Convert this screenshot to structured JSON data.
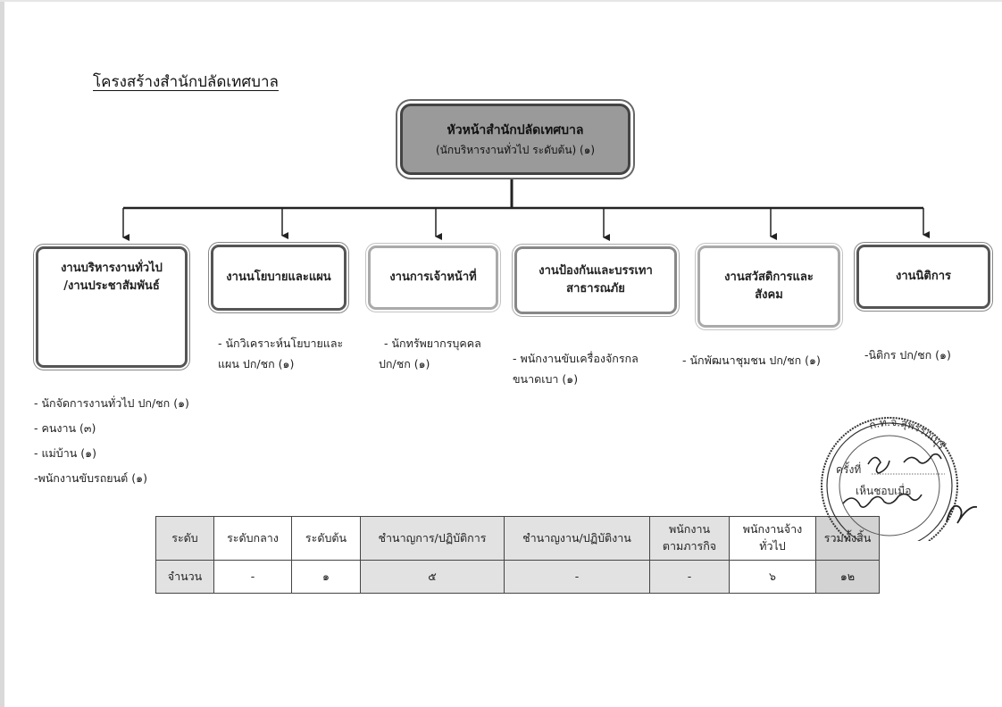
{
  "title": "โครงสร้างสำนักปลัดเทศบาล",
  "head": {
    "title": "หัวหน้าสำนักปลัดเทศบาล",
    "subtitle": "(นักบริหารงานทั่วไป ระดับต้น) (๑)"
  },
  "divisions": [
    {
      "line1": "งานบริหารงานทั่วไป",
      "line2": "/งานประชาสัมพันธ์"
    },
    {
      "line1": "งานนโยบายและแผน"
    },
    {
      "line1": "งานการเจ้าหน้าที่"
    },
    {
      "line1": "งานป้องกันและบรรเทา",
      "line2": "สาธารณภัย"
    },
    {
      "line1": "งานสวัสดิการและ",
      "line2": "สังคม"
    },
    {
      "line1": "งานนิติการ"
    }
  ],
  "staff": {
    "admin": [
      "-  นักจัดการงานทั่วไป ปก/ชก  (๑)",
      "-  คนงาน (๓)",
      "-  แม่บ้าน (๑)",
      "-พนักงานขับรถยนต์  (๑)"
    ],
    "policy": [
      "-  นักวิเคราะห์นโยบายและ",
      "แผน  ปก/ชก  (๑)"
    ],
    "personnel": [
      "-  นักทรัพยากรบุคคล",
      "ปก/ชก  (๑)"
    ],
    "disaster": [
      "- พนักงานขับเครื่องจักรกล",
      "ขนาดเบา   (๑)"
    ],
    "welfare": [
      "- นักพัฒนาชุมชน ปก/ชก    (๑)"
    ],
    "legal": [
      "-นิติกร  ปก/ชก  (๑)"
    ]
  },
  "table": {
    "headers": [
      "ระดับ",
      "ระดับกลาง",
      "ระดับต้น",
      "ชำนาญการ/ปฏิบัติการ",
      "ชำนาญงาน/ปฏิบัติงาน",
      "พนักงาน ตามภารกิจ",
      "พนักงานจ้าง ทั่วไป",
      "รวมทั้งสิ้น"
    ],
    "header_lines": {
      "mission": [
        "พนักงาน",
        "ตามภารกิจ"
      ],
      "general": [
        "พนักงานจ้าง",
        "ทั่วไป"
      ]
    },
    "row": [
      "จำนวน",
      "-",
      "๑",
      "๕",
      "-",
      "-",
      "๖",
      "๑๒"
    ]
  },
  "stamp": {
    "arc_text": "ก.ท.จ.สุพรรณบุรี",
    "line1": "ครั้งที่",
    "line2": "เห็นชอบเมื่อ"
  },
  "colors": {
    "head_fill": "#9a9a9a",
    "line": "#222222",
    "table_shade": "#e2e2e2"
  }
}
